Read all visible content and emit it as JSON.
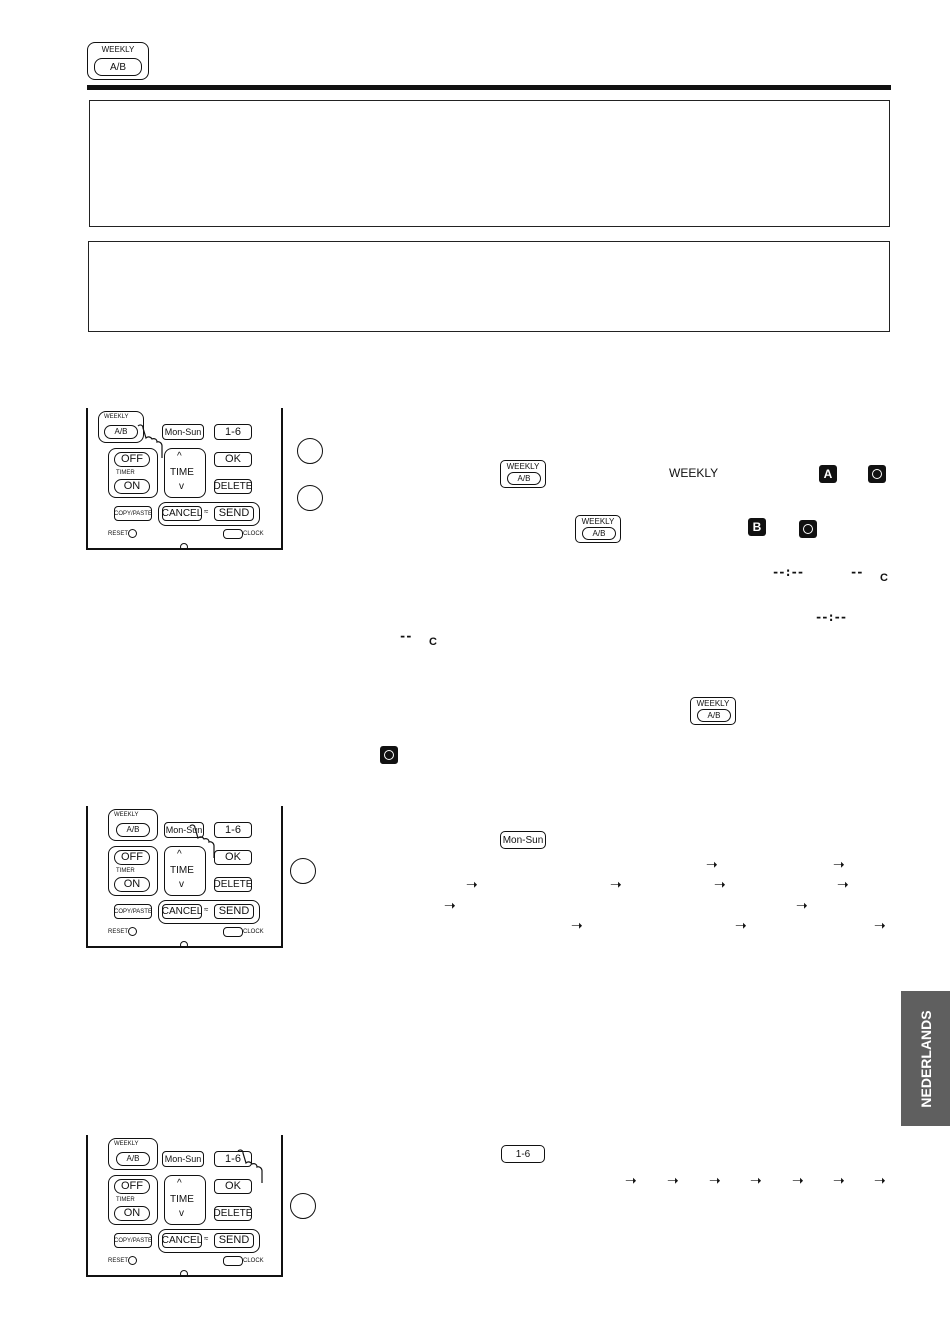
{
  "header_icon": {
    "top_label": "WEEKLY",
    "inner_label": "A/B"
  },
  "remote": {
    "weekly_label": "WEEKLY",
    "ab_label": "A/B",
    "mon_sun_label": "Mon-Sun",
    "one_six_label": "1-6",
    "off_label": "OFF",
    "timer_label": "TIMER",
    "on_label": "ON",
    "time_label": "TIME",
    "up_glyph": "^",
    "down_glyph": "v",
    "ok_label": "OK",
    "delete_label": "DELETE",
    "copy_paste_label": "COPY/PASTE",
    "cancel_label": "CANCEL",
    "send_label": "SEND",
    "reset_label": "RESET",
    "clock_label": "CLOCK"
  },
  "section1": {
    "inline_weekly_top": "WEEKLY",
    "inline_ab": "A/B",
    "weekly_text": "WEEKLY",
    "badge_a": "A",
    "badge_b": "B",
    "dash_time": "--:--",
    "dash_temp": "--",
    "temp_unit": "C"
  },
  "section2": {
    "inline_key": "Mon-Sun"
  },
  "section3": {
    "inline_key": "1-6"
  },
  "side_tab": "NEDERLANDS",
  "icons": [
    "weekly-icon",
    "clock-icon",
    "arrow-right-icon",
    "hand-pointer-icon",
    "wifi-icon"
  ]
}
